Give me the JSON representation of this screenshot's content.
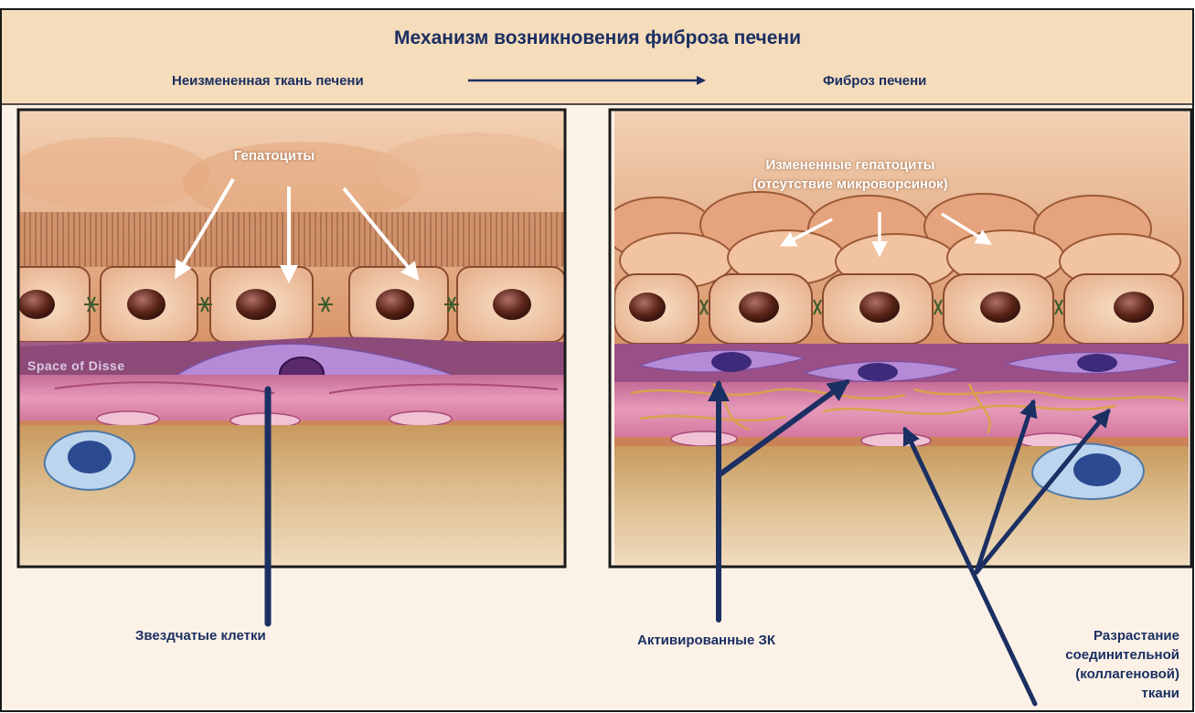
{
  "title": "Механизм возникновения фиброза печени",
  "left_header": "Неизмененная ткань печени",
  "right_header": "Фиброз печени",
  "left_panel": {
    "hepatocytes_label": "Гепатоциты",
    "disse_label": "Space of Disse"
  },
  "right_panel": {
    "altered_hepatocytes_label": "Измененные гепатоциты (отсутствие микроворсинок)"
  },
  "bottom_labels": {
    "stellate_cells": "Звездчатые клетки",
    "activated_sc": "Активированные ЗК",
    "connective_tissue_growth": "Разрастание соединительной (коллагеновой) ткани"
  },
  "colors": {
    "header_band": "#f5dcbb",
    "arrow_navy": "#1b2f62",
    "hepatocyte": "#f0c8a6",
    "nucleus": "#5a2418",
    "disse_purple": "#b58ad6",
    "endothelium_pink": "#e79ab9",
    "sinusoid_tan": "#c89a5e"
  }
}
